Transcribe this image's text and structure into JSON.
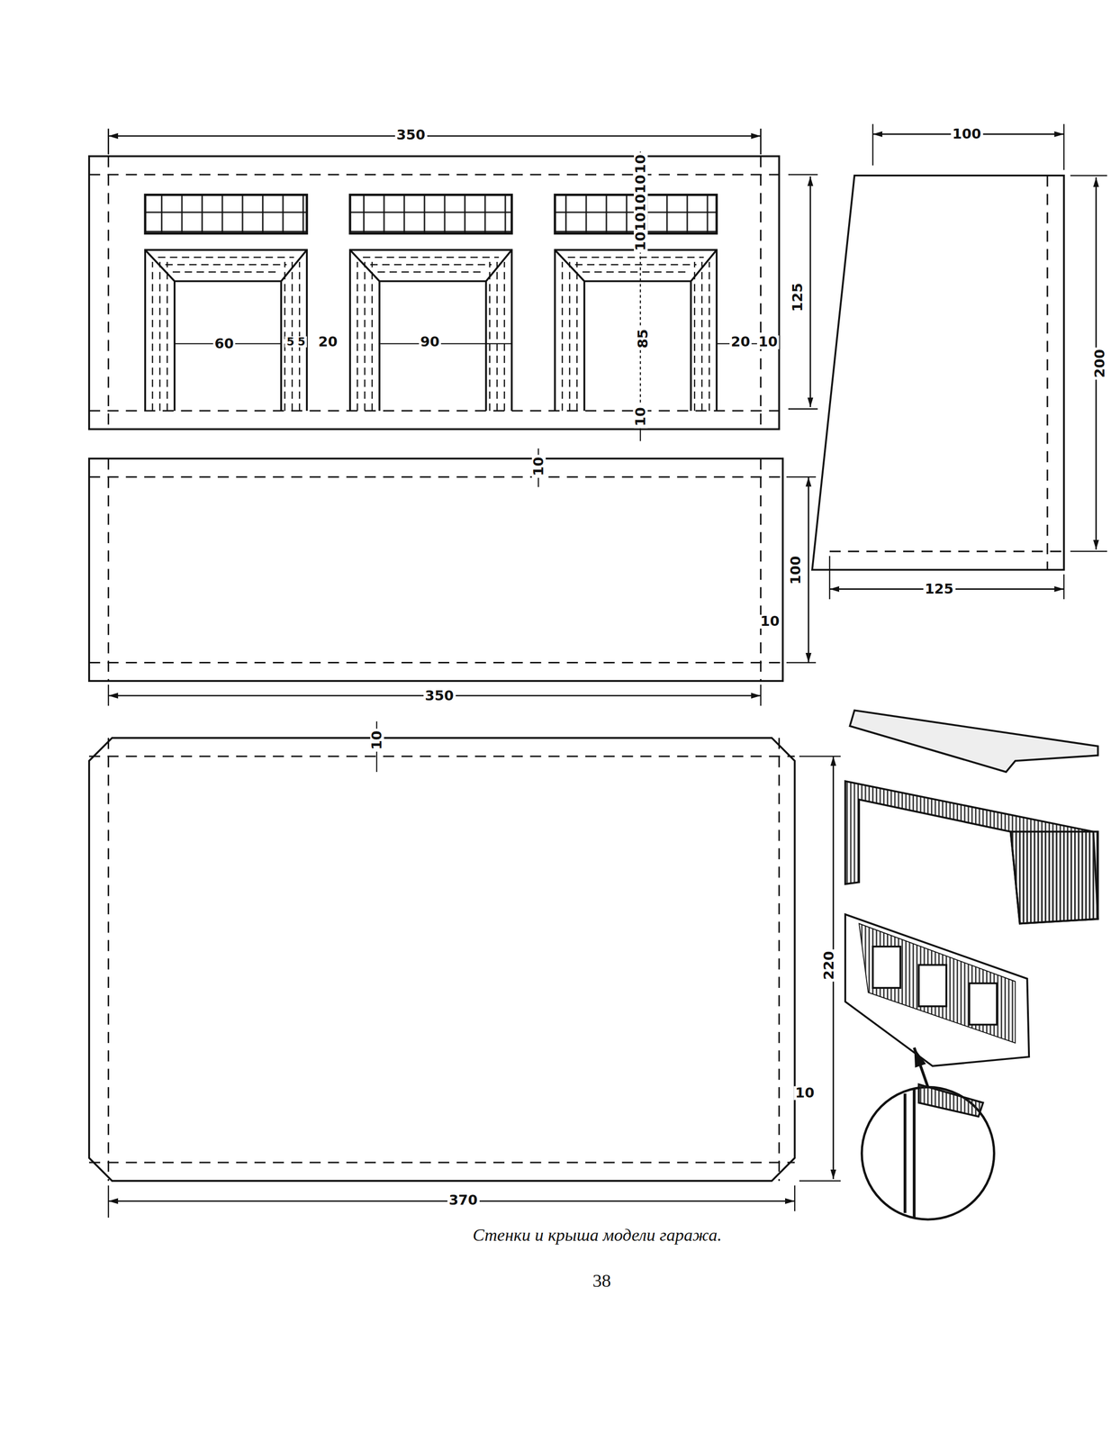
{
  "diagram": {
    "caption": "Стенки и крыша модели гаража.",
    "labels": [
      "350",
      "10",
      "10",
      "10",
      "10",
      "10",
      "60",
      "5",
      "5",
      "20",
      "90",
      "85",
      "20",
      "10",
      "10",
      "125",
      "100",
      "200",
      "125",
      "10",
      "100",
      "10",
      "350",
      "10",
      "220",
      "10",
      "370",
      "38"
    ]
  }
}
